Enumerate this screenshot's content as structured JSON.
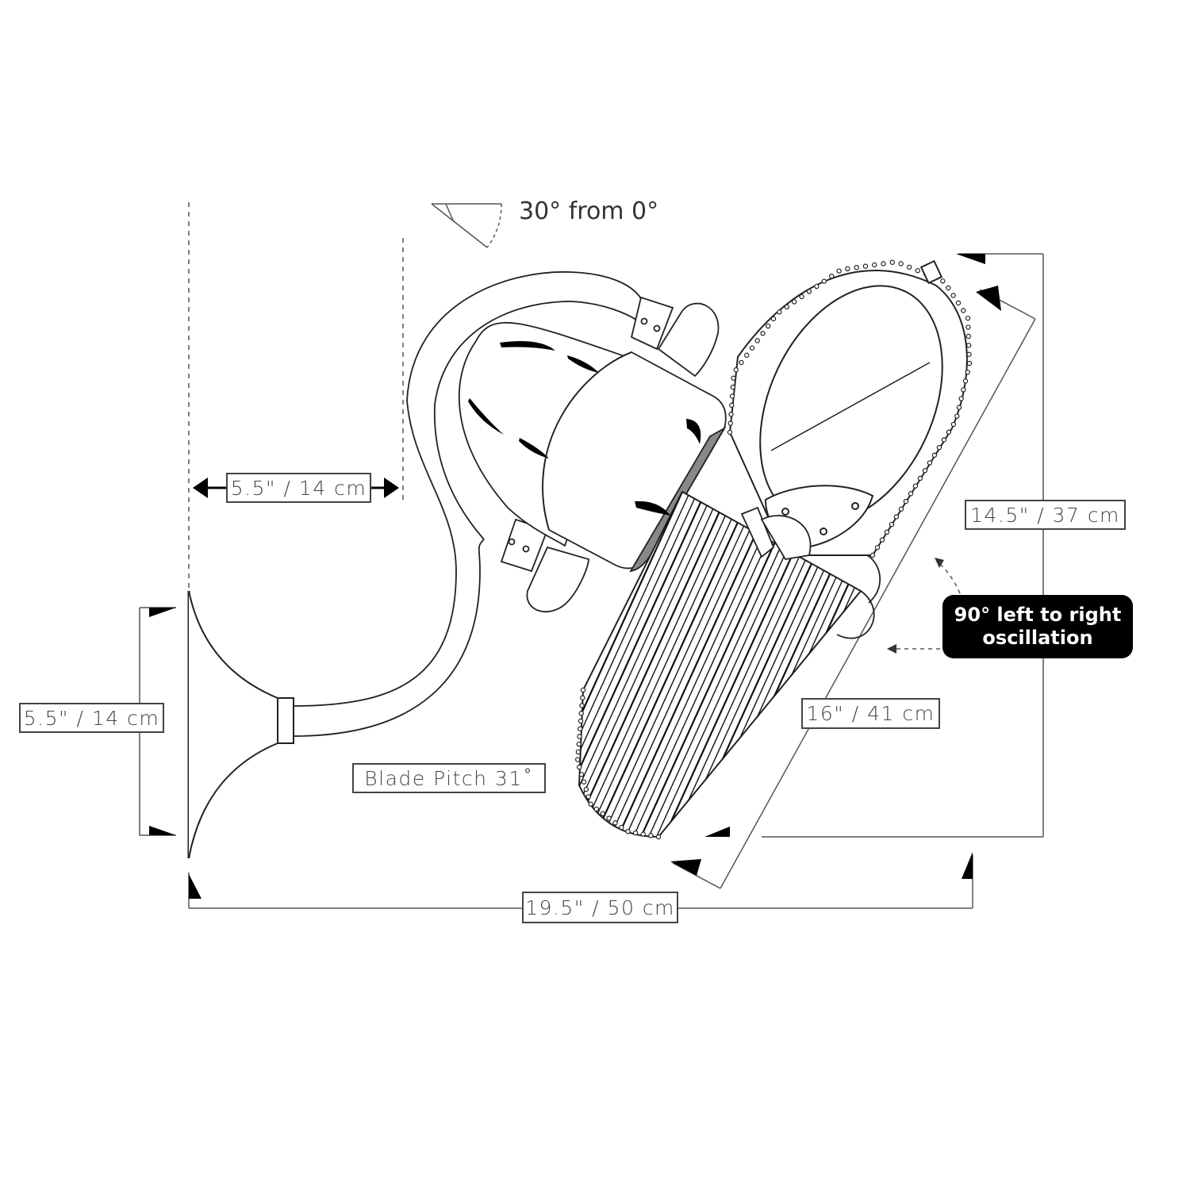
{
  "tilt_label": "30° from 0°",
  "dimensions": {
    "mount_offset": "5.5\" / 14 cm",
    "mount_height": "5.5\" / 14 cm",
    "blade_pitch": "Blade Pitch 31˚",
    "total_width": "19.5\" / 50 cm",
    "head_height": "14.5\" / 37 cm",
    "head_length": "16\" / 41 cm"
  },
  "oscillation": {
    "line1": "90° left to right",
    "line2": "oscillation"
  },
  "colors": {
    "line": "#222222",
    "dim_line": "#555555",
    "callout_bg": "#000000",
    "callout_text": "#ffffff"
  }
}
